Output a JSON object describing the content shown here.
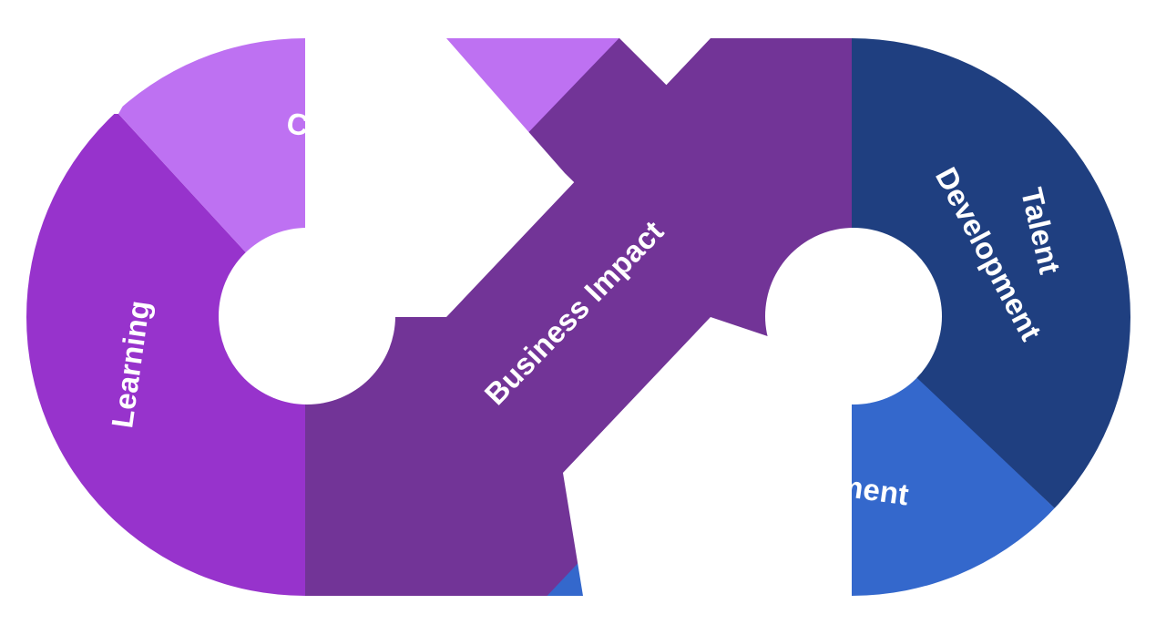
{
  "diagram": {
    "segments": [
      {
        "id": "learning",
        "label": "Learning",
        "color": "#9733CC"
      },
      {
        "id": "content",
        "label": "Content",
        "color": "#BE71F2"
      },
      {
        "id": "business-impact",
        "label": "Business Impact",
        "color": "#723497"
      },
      {
        "id": "talent-development",
        "label_line1": "Talent",
        "label_line2": "Development",
        "color": "#1F3F80"
      },
      {
        "id": "engagement",
        "label": "Engagement",
        "color": "#3468CC"
      }
    ],
    "label_color": "#FFFFFF",
    "background": "#FFFFFF"
  }
}
